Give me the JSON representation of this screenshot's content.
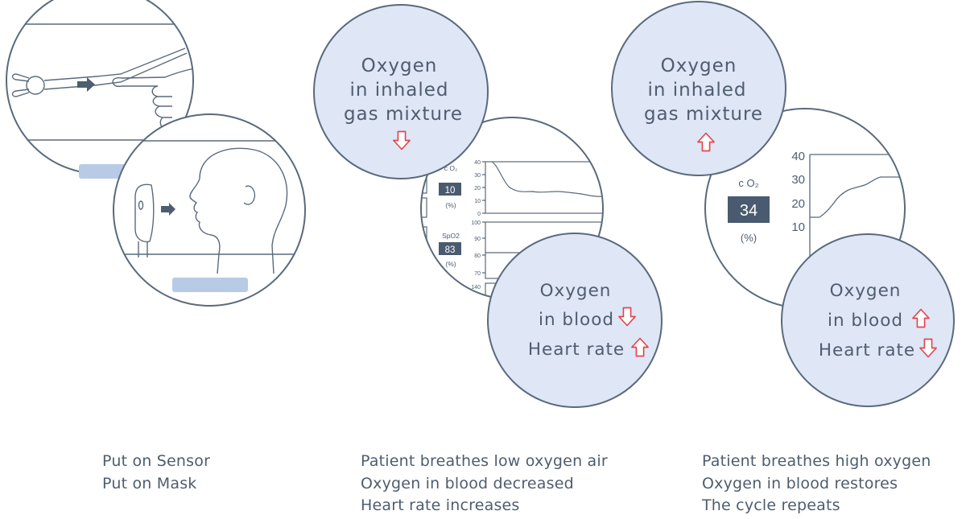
{
  "step1": {
    "caption": [
      "Put on Sensor",
      "Put on Mask"
    ]
  },
  "step2": {
    "bubble_top": [
      "Oxygen",
      "in inhaled",
      "gas mixture"
    ],
    "bubble_top_arrow": "down",
    "monitor": {
      "co2_label": "c O₂",
      "co2_value": "10",
      "co2_unit": "(%)",
      "co2_axis_ticks": [
        "40",
        "30",
        "20",
        "10",
        "0"
      ],
      "spo2_label": "SpO2",
      "spo2_value": "83",
      "spo2_unit": "(%)",
      "spo2_axis_ticks": [
        "100",
        "90",
        "80",
        "70"
      ],
      "hr_axis_tick": "140"
    },
    "bubble_bottom": [
      {
        "text": "Oxygen",
        "arrow": "none"
      },
      {
        "text": "in blood",
        "arrow": "down"
      },
      {
        "text": "Heart rate",
        "arrow": "up"
      }
    ],
    "caption": [
      "Patient breathes low oxygen air",
      "Oxygen in blood decreased",
      "Heart rate increases"
    ]
  },
  "step3": {
    "bubble_top": [
      "Oxygen",
      "in inhaled",
      "gas mixture"
    ],
    "bubble_top_arrow": "up",
    "monitor": {
      "co2_label": "c O₂",
      "co2_value": "34",
      "co2_unit": "(%)",
      "co2_axis_ticks": [
        "40",
        "30",
        "20",
        "10"
      ]
    },
    "bubble_bottom": [
      {
        "text": "Oxygen",
        "arrow": "none"
      },
      {
        "text": "in blood",
        "arrow": "up"
      },
      {
        "text": "Heart rate",
        "arrow": "down"
      }
    ],
    "caption": [
      "Patient breathes high oxygen",
      "Oxygen in blood restores",
      "The cycle repeats"
    ]
  },
  "colors": {
    "outline": "#5a6a7c",
    "bubble_fill": "#dfe6f6",
    "arrow": "#e0474c",
    "text": "#4e5d6f",
    "value_box": "#4a5b70",
    "tab_fill": "#b7cbe6"
  }
}
